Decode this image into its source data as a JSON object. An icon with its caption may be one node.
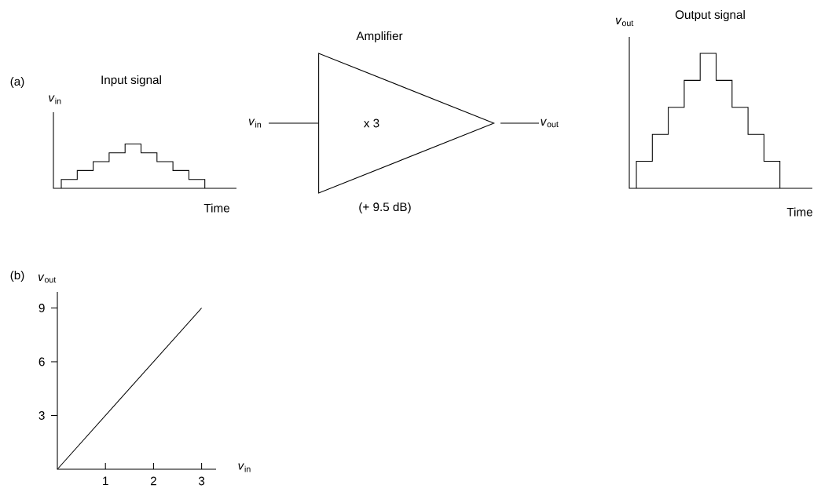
{
  "diagram": {
    "nodes": [
      {
        "text": [
          "Amplifier",
          "x 3"
        ],
        "beside": [
          "(+ 9.5 dB)"
        ]
      },
      {
        "text": [
          "*v*$_{in}$"
        ]
      },
      {
        "text": [
          "*v*$_{out}$"
        ]
      }
    ],
    "edges": [
      {
        "from": 1,
        "to": 0,
        "arrow": "none"
      },
      {
        "from": 0,
        "to": 2,
        "arrow": "none"
      }
    ],
    "labels": [
      "(a)",
      "Input signal",
      "*v*$_{in}$",
      "Time",
      "Output signal",
      "*v*$_{out}$",
      "Time",
      "(b)"
    ],
    "chart_data": {
      "type": "line",
      "xlabel": "*v*$_{in}$",
      "ylabel": "*v*$_{out}$",
      "x": [
        0,
        3
      ],
      "series": [
        {
          "values": [
            0,
            9
          ]
        }
      ],
      "xlim": [
        0,
        3.3
      ],
      "ylim": [
        0,
        9.9
      ],
      "xticks": [
        1,
        2,
        3
      ],
      "yticks": [
        3,
        6,
        9
      ]
    }
  }
}
